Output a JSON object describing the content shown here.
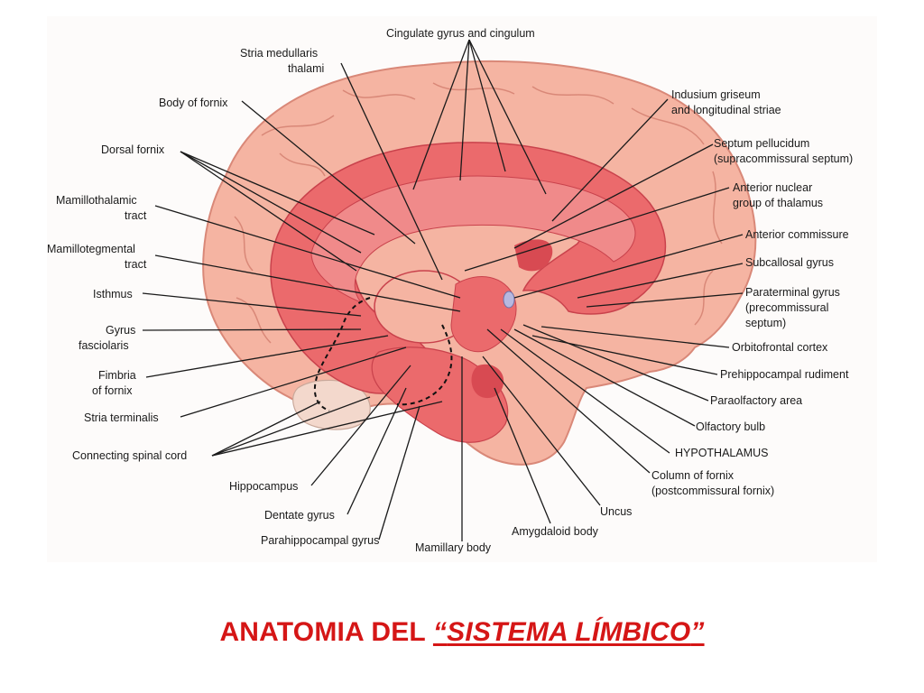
{
  "colors": {
    "cortex": "#f5b4a2",
    "cortex_outline": "#d98878",
    "limbic": "#eb6a6c",
    "limbic_dark": "#d84a52",
    "cerebellum": "#f3d8cc",
    "title": "#d51616",
    "leader": "#1a1a1a"
  },
  "labels": {
    "cingulate": "Cingulate gyrus and cingulum",
    "stria_medullaris_1": "Stria medullaris",
    "stria_medullaris_2": "thalami",
    "body_fornix": "Body of fornix",
    "dorsal_fornix": "Dorsal fornix",
    "mamillothalamic_1": "Mamillothalamic",
    "mamillothalamic_2": "tract",
    "mamillotegmental_1": "Mamillotegmental",
    "mamillotegmental_2": "tract",
    "isthmus": "Isthmus",
    "gyrus_fasciolaris_1": "Gyrus",
    "gyrus_fasciolaris_2": "fasciolaris",
    "fimbria_1": "Fimbria",
    "fimbria_2": "of fornix",
    "stria_terminalis": "Stria terminalis",
    "connecting_spinal": "Connecting spinal cord",
    "hippocampus": "Hippocampus",
    "dentate_gyrus": "Dentate gyrus",
    "parahippocampal": "Parahippocampal gyrus",
    "mamillary_body": "Mamillary body",
    "amygdaloid_body": "Amygdaloid body",
    "uncus": "Uncus",
    "column_fornix_1": "Column of fornix",
    "column_fornix_2": "(postcommissural fornix)",
    "hypothalamus": "HYPOTHALAMUS",
    "olfactory_bulb": "Olfactory bulb",
    "paraolfactory": "Paraolfactory area",
    "prehippocampal": "Prehippocampal rudiment",
    "orbitofrontal": "Orbitofrontal cortex",
    "paraterminal_1": "Paraterminal gyrus",
    "paraterminal_2": "(precommissural",
    "paraterminal_3": "septum)",
    "subcallosal": "Subcallosal gyrus",
    "anterior_commissure": "Anterior commissure",
    "anterior_nuclear_1": "Anterior nuclear",
    "anterior_nuclear_2": "group of thalamus",
    "septum_pellucidum_1": "Septum pellucidum",
    "septum_pellucidum_2": "(supracommissural septum)",
    "indusium_1": "Indusium griseum",
    "indusium_2": "and longitudinal striae"
  },
  "title": {
    "part1": "ANATOMIA DEL ",
    "quote_open": "“",
    "emphasis": "SISTEMA LÍMBICO",
    "quote_close": "”"
  }
}
